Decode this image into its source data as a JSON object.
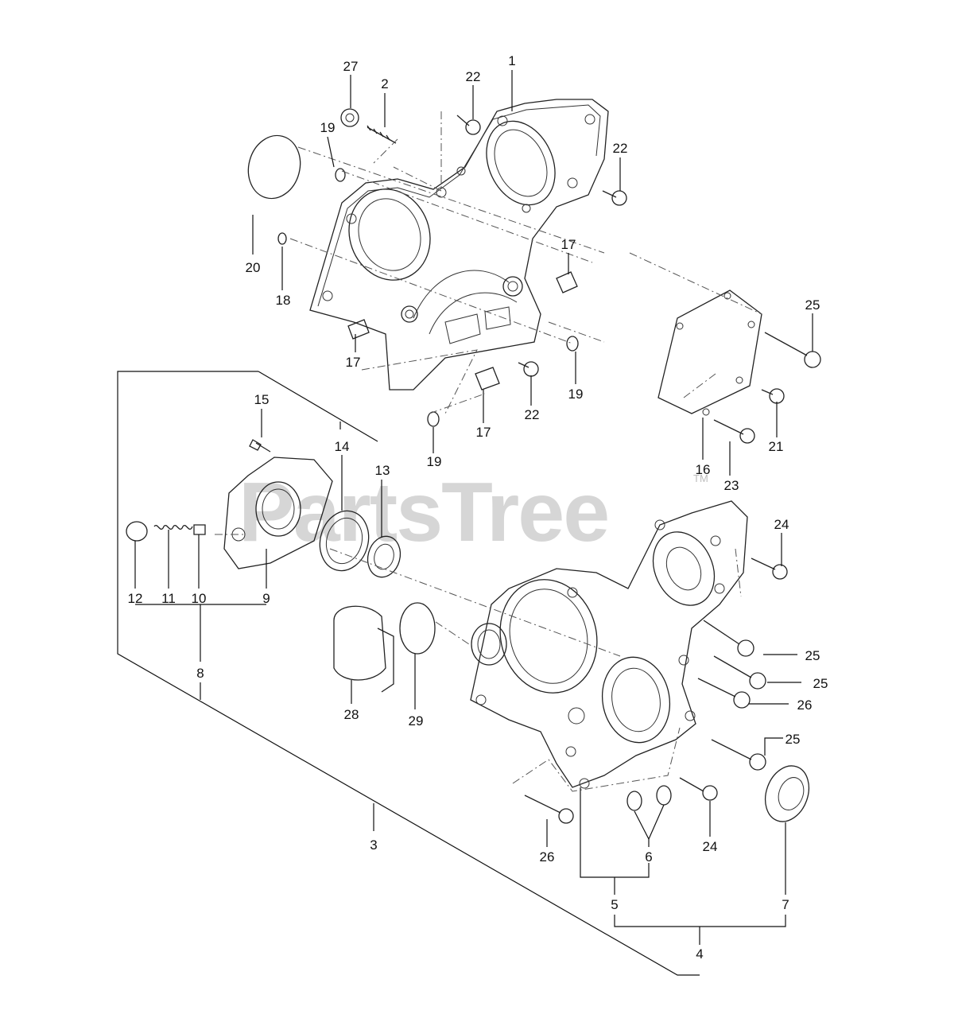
{
  "watermark": {
    "text": "PartsTree",
    "mark": "TM"
  },
  "callouts": {
    "c1": "1",
    "c2": "2",
    "c3": "3",
    "c4": "4",
    "c5": "5",
    "c6": "6",
    "c7": "7",
    "c8": "8",
    "c9": "9",
    "c10": "10",
    "c11": "11",
    "c12": "12",
    "c13": "13",
    "c14": "14",
    "c15": "15",
    "c16": "16",
    "c17": "17",
    "c18": "18",
    "c19": "19",
    "c20": "20",
    "c21": "21",
    "c22": "22",
    "c23": "23",
    "c24": "24",
    "c25": "25",
    "c26": "26",
    "c27": "27",
    "c28": "28",
    "c29": "29"
  }
}
